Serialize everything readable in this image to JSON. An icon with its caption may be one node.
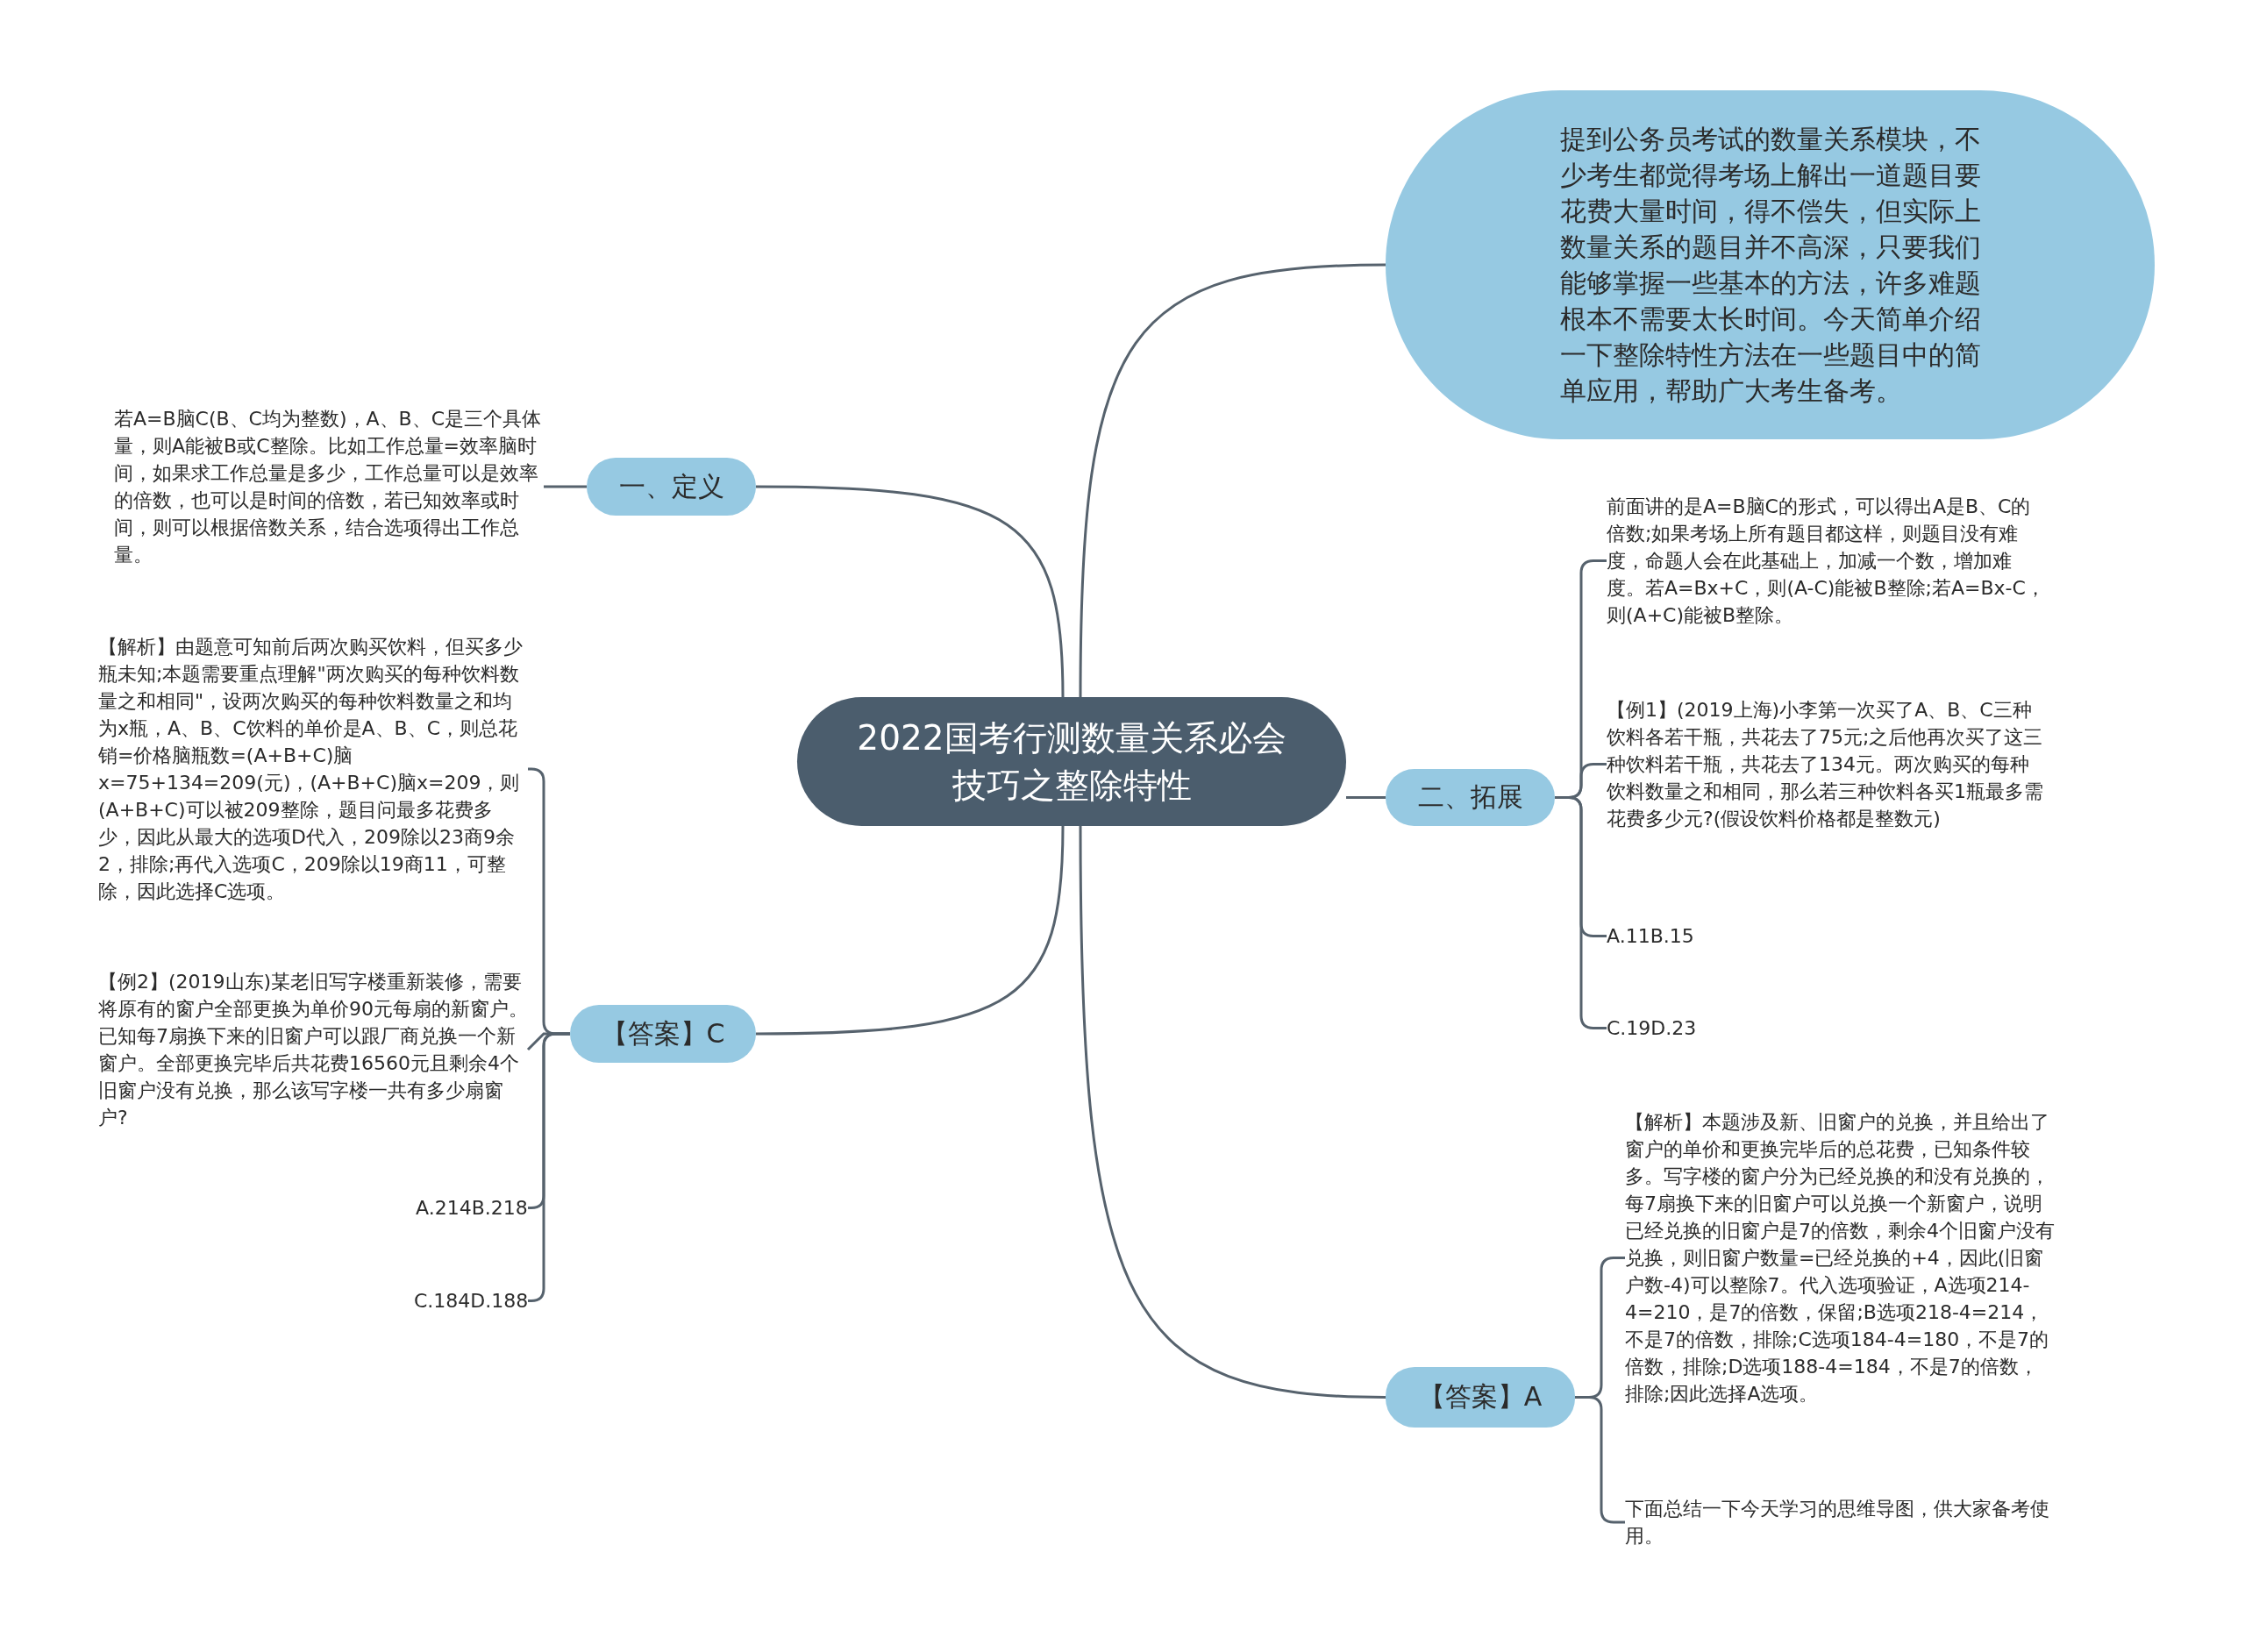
{
  "diagram": {
    "nodes": [
      {
        "text": [
          "2022国考行测数量关系必会技巧之整除特性"
        ]
      },
      {
        "text": [
          "提到公务员考试的数量关系模块，不少考生都觉得考场上解出一道题目要花费大量时间，得不偿失，但实际上数量关系的题目并不高深，只要我们能够掌握一些基本的方法，许多难题根本不需要太长时间。今天简单介绍一下整除特性方法在一些题目中的简单应用，帮助广大考生备考。"
        ]
      },
      {
        "text": [
          "一、定义"
        ]
      },
      {
        "text": [
          "若A=B脑C(B、C均为整数)，A、B、C是三个具体量，则A能被B或C整除。比如工作总量=效率脑时间，如果求工作总量是多少，工作总量可以是效率的倍数，也可以是时间的倍数，若已知效率或时间，则可以根据倍数关系，结合选项得出工作总量。"
        ]
      },
      {
        "text": [
          "二、拓展"
        ]
      },
      {
        "text": [
          "前面讲的是A=B脑C的形式，可以得出A是B、C的倍数;如果考场上所有题目都这样，则题目没有难度，命题人会在此基础上，加减一个数，增加难度。若A=Bx+C，则(A-C)能被B整除;若A=Bx-C，则(A+C)能被B整除。"
        ]
      },
      {
        "text": [
          "【例1】(2019上海)小李第一次买了A、B、C三种饮料各若干瓶，共花去了75元;之后他再次买了这三种饮料若干瓶，共花去了134元。两次购买的每种饮料数量之和相同，那么若三种饮料各买1瓶最多需花费多少元?(假设饮料价格都是整数元)"
        ]
      },
      {
        "text": [
          "A.11B.15"
        ]
      },
      {
        "text": [
          "C.19D.23"
        ]
      },
      {
        "text": [
          "【答案】C"
        ]
      },
      {
        "text": [
          "【解析】由题意可知前后两次购买饮料，但买多少瓶未知;本题需要重点理解\"两次购买的每种饮料数量之和相同\"，设两次购买的每种饮料数量之和均为x瓶，A、B、C饮料的单价是A、B、C，则总花销=价格脑瓶数=(A+B+C)脑x=75+134=209(元)，(A+B+C)脑x=209，则(A+B+C)可以被209整除，题目问最多花费多少，因此从最大的选项D代入，209除以23商9余2，排除;再代入选项C，209除以19商11，可整除，因此选择C选项。"
        ]
      },
      {
        "text": [
          "【例2】(2019山东)某老旧写字楼重新装修，需要将原有的窗户全部更换为单价90元每扇的新窗户。已知每7扇换下来的旧窗户可以跟厂商兑换一个新窗户。全部更换完毕后共花费16560元且剩余4个旧窗户没有兑换，那么该写字楼一共有多少扇窗户?"
        ]
      },
      {
        "text": [
          "A.214B.218"
        ]
      },
      {
        "text": [
          "C.184D.188"
        ]
      },
      {
        "text": [
          "【答案】A"
        ]
      },
      {
        "text": [
          "【解析】本题涉及新、旧窗户的兑换，并且给出了窗户的单价和更换完毕后的总花费，已知条件较多。写字楼的窗户分为已经兑换的和没有兑换的，每7扇换下来的旧窗户可以兑换一个新窗户，说明已经兑换的旧窗户是7的倍数，剩余4个旧窗户没有兑换，则旧窗户数量=已经兑换的+4，因此(旧窗户数-4)可以整除7。代入选项验证，A选项214-4=210，是7的倍数，保留;B选项218-4=214，不是7的倍数，排除;C选项184-4=180，不是7的倍数，排除;D选项188-4=184，不是7的倍数，排除;因此选择A选项。"
        ]
      },
      {
        "text": [
          "下面总结一下今天学习的思维导图，供大家备考使用。"
        ]
      }
    ],
    "edges": [
      {
        "from": 0,
        "to": 1,
        "arrow": "none"
      },
      {
        "from": 0,
        "to": 2,
        "arrow": "none"
      },
      {
        "from": 0,
        "to": 4,
        "arrow": "none"
      },
      {
        "from": 0,
        "to": 9,
        "arrow": "none"
      },
      {
        "from": 0,
        "to": 14,
        "arrow": "none"
      },
      {
        "from": 2,
        "to": 3,
        "arrow": "none"
      },
      {
        "from": 4,
        "to": 5,
        "arrow": "none"
      },
      {
        "from": 4,
        "to": 6,
        "arrow": "none"
      },
      {
        "from": 4,
        "to": 7,
        "arrow": "none"
      },
      {
        "from": 4,
        "to": 8,
        "arrow": "none"
      },
      {
        "from": 9,
        "to": 10,
        "arrow": "none"
      },
      {
        "from": 9,
        "to": 11,
        "arrow": "none"
      },
      {
        "from": 9,
        "to": 12,
        "arrow": "none"
      },
      {
        "from": 9,
        "to": 13,
        "arrow": "none"
      },
      {
        "from": 14,
        "to": 15,
        "arrow": "none"
      },
      {
        "from": 14,
        "to": 16,
        "arrow": "none"
      }
    ]
  }
}
